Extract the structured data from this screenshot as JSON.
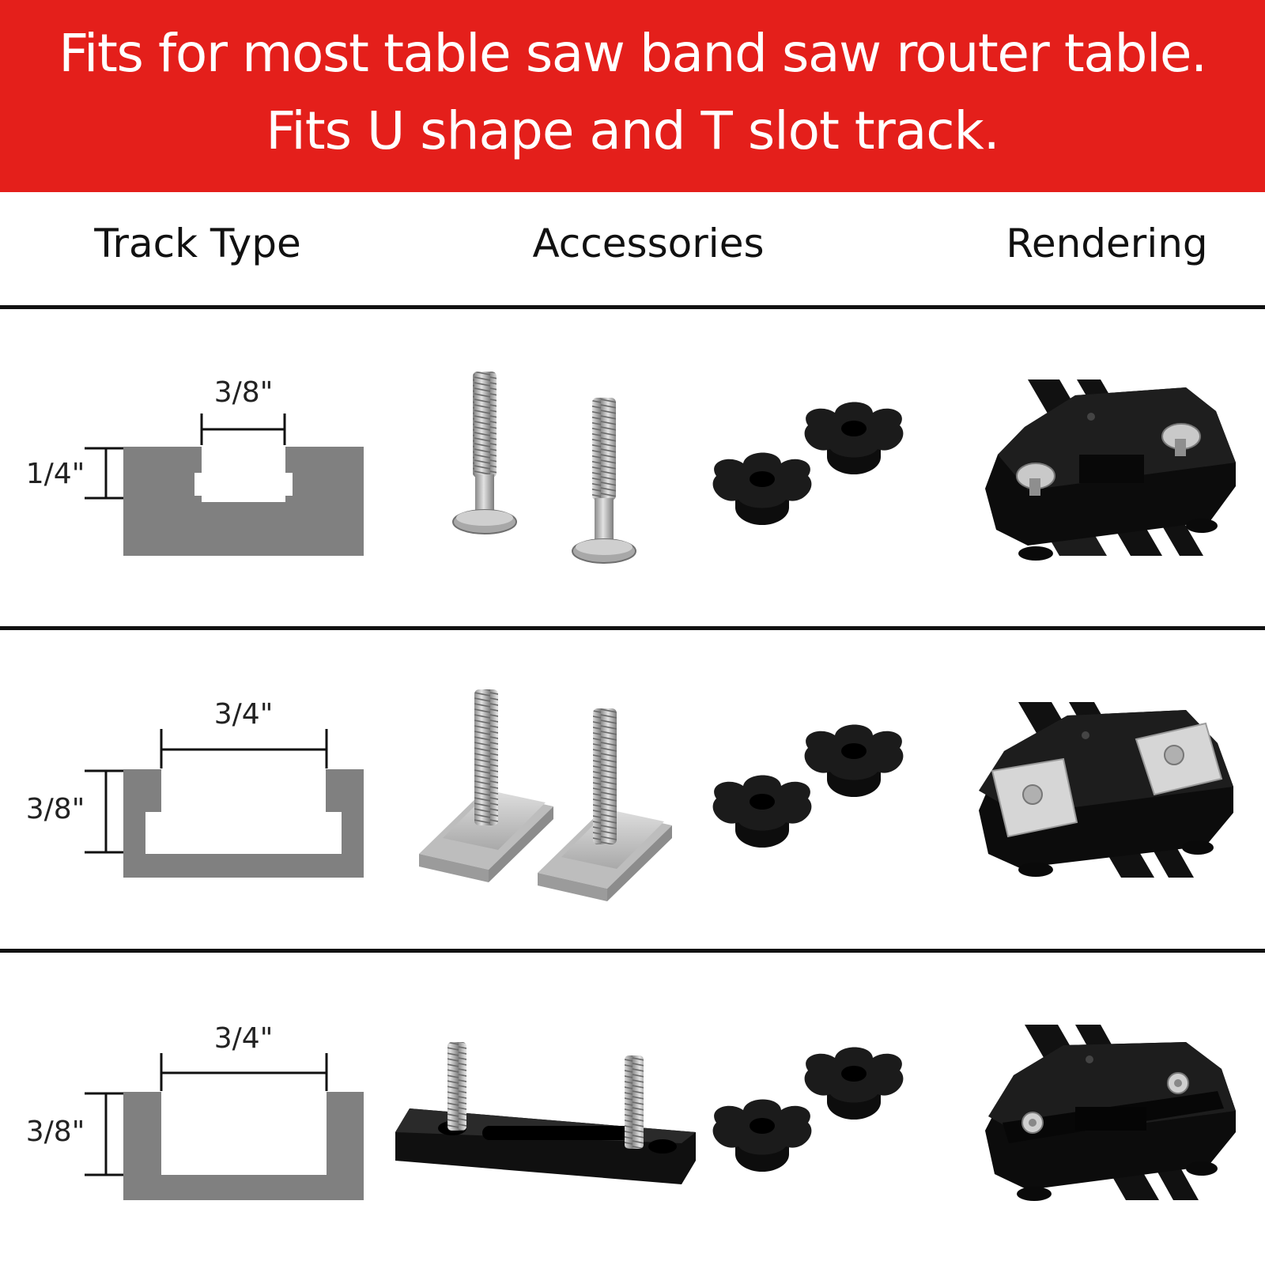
{
  "banner": {
    "line1": "Fits for most table saw band saw router table.",
    "line2": "Fits U shape and T slot track."
  },
  "columns": {
    "track_type": "Track Type",
    "accessories": "Accessories",
    "rendering": "Rendering"
  },
  "rows": [
    {
      "width": "3/8\"",
      "depth": "1/4\""
    },
    {
      "width": "3/4\"",
      "depth": "3/8\""
    },
    {
      "width": "3/4\"",
      "depth": "3/8\""
    }
  ],
  "colors": {
    "banner": "#e41f1b",
    "track": "#808080",
    "metal": "#b8b8b8",
    "black_part": "#141414"
  }
}
